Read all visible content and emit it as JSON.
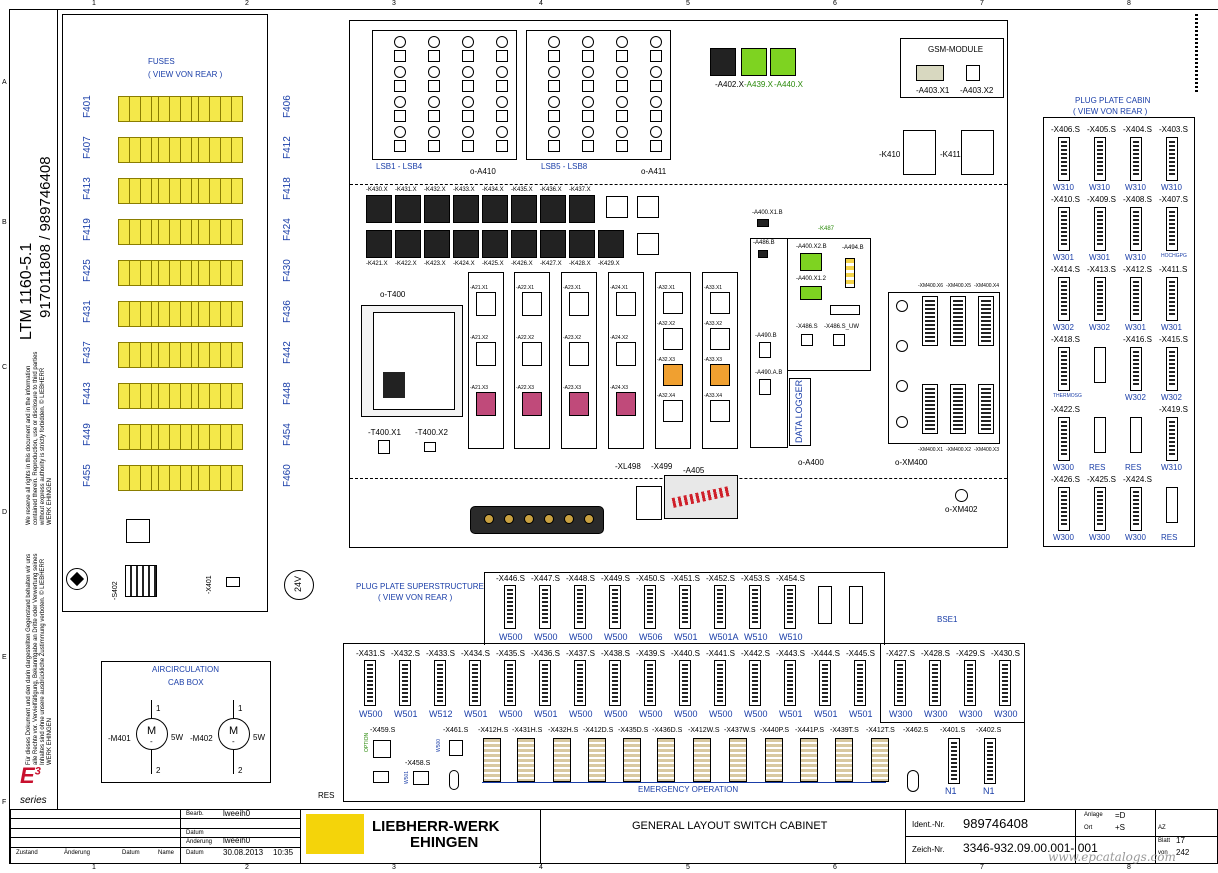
{
  "ruler": {
    "cols": [
      "1",
      "2",
      "3",
      "4",
      "5",
      "6",
      "7",
      "8"
    ],
    "rows": [
      "A",
      "B",
      "C",
      "D",
      "E",
      "F"
    ]
  },
  "side": {
    "title1": "LTM 1160-5.1",
    "title2": "917011808  /  989746408",
    "notice_en": "We reserve all rights in this document and in the information contained therein. Reproduction, use or disclosure to third parties without express authority is strictly forbidden. © LIEBHERR WERK EHINGEN",
    "notice_de": "Für dieses Dokument und den darin dargestellten Gegenstand behalten wir uns alle Rechte vor. Vervielfältigung, Bekanntgabe an Dritte oder Verwertung seines Inhaltes sind ohne unsere ausdrückliche Zustimmung verboten. © LIEBHERR WERK EHINGEN",
    "e3": "E",
    "e3_sup": "3",
    "series": "series"
  },
  "fuses": {
    "title": "FUSES",
    "subtitle": "( VIEW VON REAR )",
    "left": [
      "F401",
      "F407",
      "F413",
      "F419",
      "F425",
      "F431",
      "F437",
      "F443",
      "F449",
      "F455"
    ],
    "right": [
      "F406",
      "F412",
      "F418",
      "F424",
      "F430",
      "F436",
      "F442",
      "F448",
      "F454",
      "F460"
    ],
    "s402": "-S402",
    "x401": "-X401",
    "v24": "24V"
  },
  "aircirc": {
    "title": "AIRCIRCULATION",
    "subtitle": "CAB BOX",
    "m401": "-M401",
    "m402": "-M402",
    "w": "5W",
    "p1": "1",
    "p2": "2"
  },
  "cabinet": {
    "lsb1": "LSB1 - LSB4",
    "lsb5": "LSB5 - LSB8",
    "a410": "o-A410",
    "a411": "o-A411",
    "a402": "-A402.X",
    "a439": "-A439.X",
    "a440": "-A440.X",
    "gsm": "GSM-MODULE",
    "a403x1": "-A403.X1",
    "a403x2": "-A403.X2",
    "k410": "-K410",
    "k411": "-K411",
    "relays_top": [
      "-K430.X",
      "-K431.X",
      "-K432.X",
      "-K433.X",
      "-K434.X",
      "-K435.X",
      "-K436.X",
      "-K437.X"
    ],
    "relays_bot": [
      "-K421.X",
      "-K422.X",
      "-K423.X",
      "-K424.X",
      "-K425.X",
      "-K426.X",
      "-K427.X",
      "-K428.X",
      "-K429.X"
    ],
    "t400": "o-T400",
    "t400x1": "-T400.X1",
    "t400x2": "-T400.X2",
    "a21": [
      "-A21.X1",
      "-A21.X2",
      "-A21.X3"
    ],
    "a22": [
      "-A22.X1",
      "-A22.X2",
      "-A22.X3"
    ],
    "a23": [
      "-A23.X1",
      "-A23.X2",
      "-A23.X3"
    ],
    "a24": [
      "-A24.X1",
      "-A24.X2",
      "-A24.X3"
    ],
    "a32": [
      "-A32.X1",
      "-A32.X2",
      "-A32.X3",
      "-A32.X4"
    ],
    "a33": [
      "-A33.X1",
      "-A33.X2",
      "-A33.X3",
      "-A33.X4"
    ],
    "a400x1b": "-A400.X1.B",
    "k487": "-K487",
    "a486b": "-A486.B",
    "a494": "-A494.B",
    "a400x2": "-A400.X2.B",
    "a400x12": "-A400.X1.2",
    "a486s": "-X486.S",
    "a486suw": "-X486.S_UW",
    "a490b": "-A490.B",
    "a490ab": "-A490.A.B",
    "datalogger": "DATA LOGGER",
    "a400": "o-A400",
    "xm400top": [
      "-XM400.X6",
      "-XM400.X5",
      "-XM400.X4"
    ],
    "xm400bot": [
      "-XM400.X1",
      "-XM400.X2",
      "-XM400.X3"
    ],
    "xm400": "o-XM400",
    "xm402": "o-XM402",
    "xl498": "-XL498",
    "x499": "-X499",
    "a405": "-A405"
  },
  "cabin": {
    "title": "PLUG PLATE CABIN",
    "subtitle": "( VIEW VON REAR )",
    "rows": [
      {
        "names": [
          "-X406.S",
          "-X405.S",
          "-X404.S",
          "-X403.S"
        ],
        "wires": [
          "W310",
          "W310",
          "W310",
          "W310"
        ]
      },
      {
        "names": [
          "-X410.S",
          "-X409.S",
          "-X408.S",
          "-X407.S"
        ],
        "wires": [
          "W301",
          "W301",
          "W310",
          "HOCHGPG"
        ]
      },
      {
        "names": [
          "-X414.S",
          "-X413.S",
          "-X412.S",
          "-X411.S"
        ],
        "wires": [
          "W302",
          "W302",
          "W301",
          "W301"
        ]
      },
      {
        "names": [
          "-X418.S",
          "",
          "-X416.S",
          "-X415.S"
        ],
        "wires": [
          "THERMOSG",
          "",
          "W302",
          "W302"
        ]
      },
      {
        "names": [
          "-X422.S",
          "",
          "",
          "-X419.S"
        ],
        "wires": [
          "W300",
          "RES",
          "RES",
          "W310"
        ]
      },
      {
        "names": [
          "-X426.S",
          "-X425.S",
          "-X424.S",
          ""
        ],
        "wires": [
          "W300",
          "W300",
          "W300",
          "RES"
        ]
      }
    ]
  },
  "super": {
    "title": "PLUG PLATE SUPERSTRUCTURE",
    "subtitle": "( VIEW VON REAR )",
    "row1": {
      "names": [
        "-X446.S",
        "-X447.S",
        "-X448.S",
        "-X449.S",
        "-X450.S",
        "-X451.S",
        "-X452.S",
        "-X453.S",
        "-X454.S"
      ],
      "wires": [
        "W500",
        "W500",
        "W500",
        "W500",
        "W506",
        "W501",
        "W501A",
        "W510",
        "W510"
      ]
    },
    "row2": {
      "names": [
        "-X431.S",
        "-X432.S",
        "-X433.S",
        "-X434.S",
        "-X435.S",
        "-X436.S",
        "-X437.S",
        "-X438.S",
        "-X439.S",
        "-X440.S",
        "-X441.S",
        "-X442.S",
        "-X443.S",
        "-X444.S",
        "-X445.S"
      ],
      "wires": [
        "W500",
        "W501",
        "W512",
        "W501",
        "W500",
        "W501",
        "W500",
        "W500",
        "W500",
        "W500",
        "W500",
        "W500",
        "W501",
        "W501",
        "W501"
      ]
    },
    "row3": [
      "-X459.S",
      "-X461.S",
      "-X412H.S",
      "-X431H.S",
      "-X432H.S",
      "-X412D.S",
      "-X435D.S",
      "-X436D.S",
      "-X412W.S",
      "-X437W.S",
      "-X440P.S",
      "-X441P.S",
      "-X439T.S",
      "-X412T.S",
      "-X462.S",
      "-X401.S",
      "-X402.S"
    ],
    "x458": "-X458.S",
    "option": "OPTION",
    "w500": "W500",
    "w501": "W501",
    "emergency": "EMERGENCY OPERATION",
    "n1": "N1",
    "res": "RES"
  },
  "bse1": {
    "title": "BSE1",
    "names": [
      "-X427.S",
      "-X428.S",
      "-X429.S",
      "-X430.S"
    ],
    "wires": [
      "W300",
      "W300",
      "W300",
      "W300"
    ]
  },
  "titleblock": {
    "bearb": "Bearb.",
    "bearb_v": "lweeih0",
    "datum": "Datum",
    "aend": "Änderung",
    "aend_v": "lweeih0",
    "date_lbl": "Datum",
    "date_v": "30.08.2013",
    "time_v": "10:35",
    "zustand": "Zustand",
    "aenderung": "Änderung",
    "datum2": "Datum",
    "name": "Name",
    "logo": "LIEBHERR-WERK",
    "logo2": "EHINGEN",
    "title": "GENERAL LAYOUT SWITCH CABINET",
    "ident_lbl": "Ident.-Nr.",
    "ident_v": "989746408",
    "zeich_lbl": "Zeich-Nr.",
    "zeich_v": "3346-932.09.00.001- 001",
    "anlage": "Anlage",
    "anlage_v": "=D",
    "ort": "Ort",
    "ort_v": "+S",
    "aZ": "AZ",
    "blatt": "Blatt",
    "blatt_v": "17",
    "von": "von",
    "von_v": "242",
    "watermark": "www.epcatalogs.com"
  }
}
